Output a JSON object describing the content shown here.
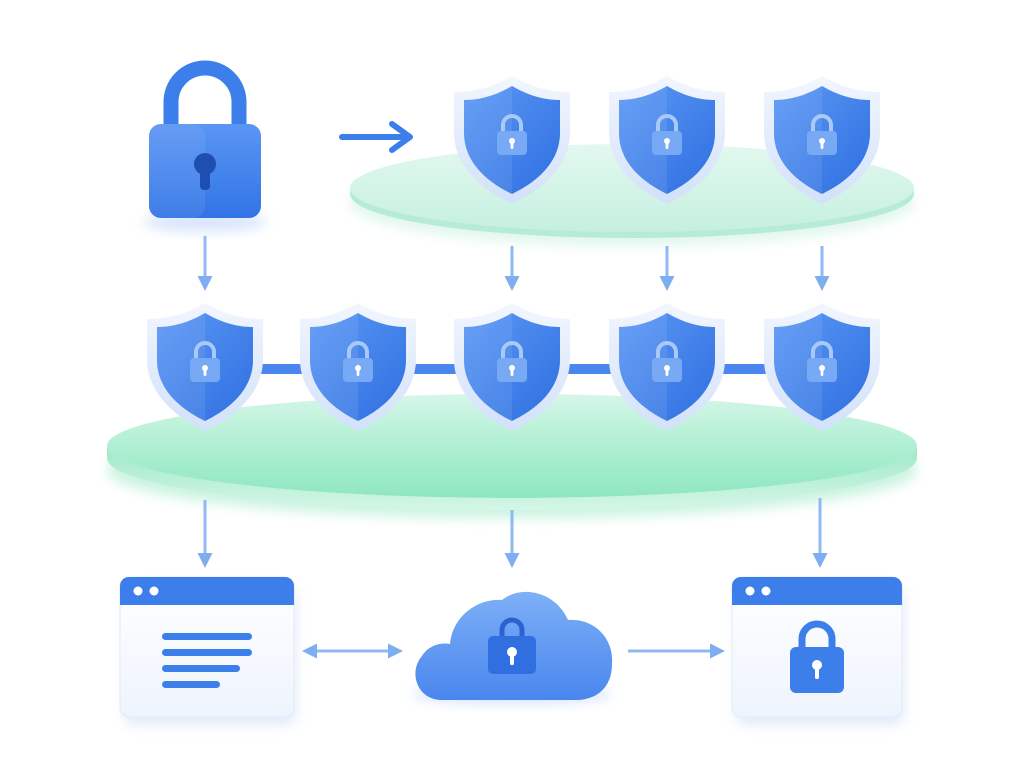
{
  "diagram": {
    "kind": "security-network-illustration",
    "accent": "#3D7FEA",
    "accent_dark": "#2A63CF",
    "shield_fill": "#4A8AF0",
    "shield_rim": "#DCE8FB",
    "platform_top_color": "#CFF3E6",
    "platform_bottom_color": "#7EE3B8",
    "connector_color": "#8FB9F2",
    "background": "#FFFFFF",
    "nodes": [
      {
        "id": "master-lock",
        "icon": "padlock-icon"
      },
      {
        "id": "top-shields",
        "icon": "shield-lock-icon",
        "count": 3
      },
      {
        "id": "middle-shields",
        "icon": "shield-lock-icon",
        "count": 5
      },
      {
        "id": "text-window",
        "icon": "browser-window-text-icon"
      },
      {
        "id": "cloud-lock",
        "icon": "cloud-lock-icon"
      },
      {
        "id": "locked-window",
        "icon": "browser-window-lock-icon"
      }
    ],
    "flows": [
      {
        "from": "master-lock",
        "to": "top-shields",
        "direction": "one-way"
      },
      {
        "from": "master-lock",
        "to": "middle-shields",
        "direction": "one-way"
      },
      {
        "from": "top-shields",
        "to": "middle-shields",
        "direction": "one-way"
      },
      {
        "from": "middle-shields",
        "to": "text-window",
        "direction": "one-way"
      },
      {
        "from": "middle-shields",
        "to": "cloud-lock",
        "direction": "one-way"
      },
      {
        "from": "middle-shields",
        "to": "locked-window",
        "direction": "one-way"
      },
      {
        "from": "text-window",
        "to": "cloud-lock",
        "direction": "two-way"
      },
      {
        "from": "cloud-lock",
        "to": "locked-window",
        "direction": "one-way"
      }
    ]
  }
}
